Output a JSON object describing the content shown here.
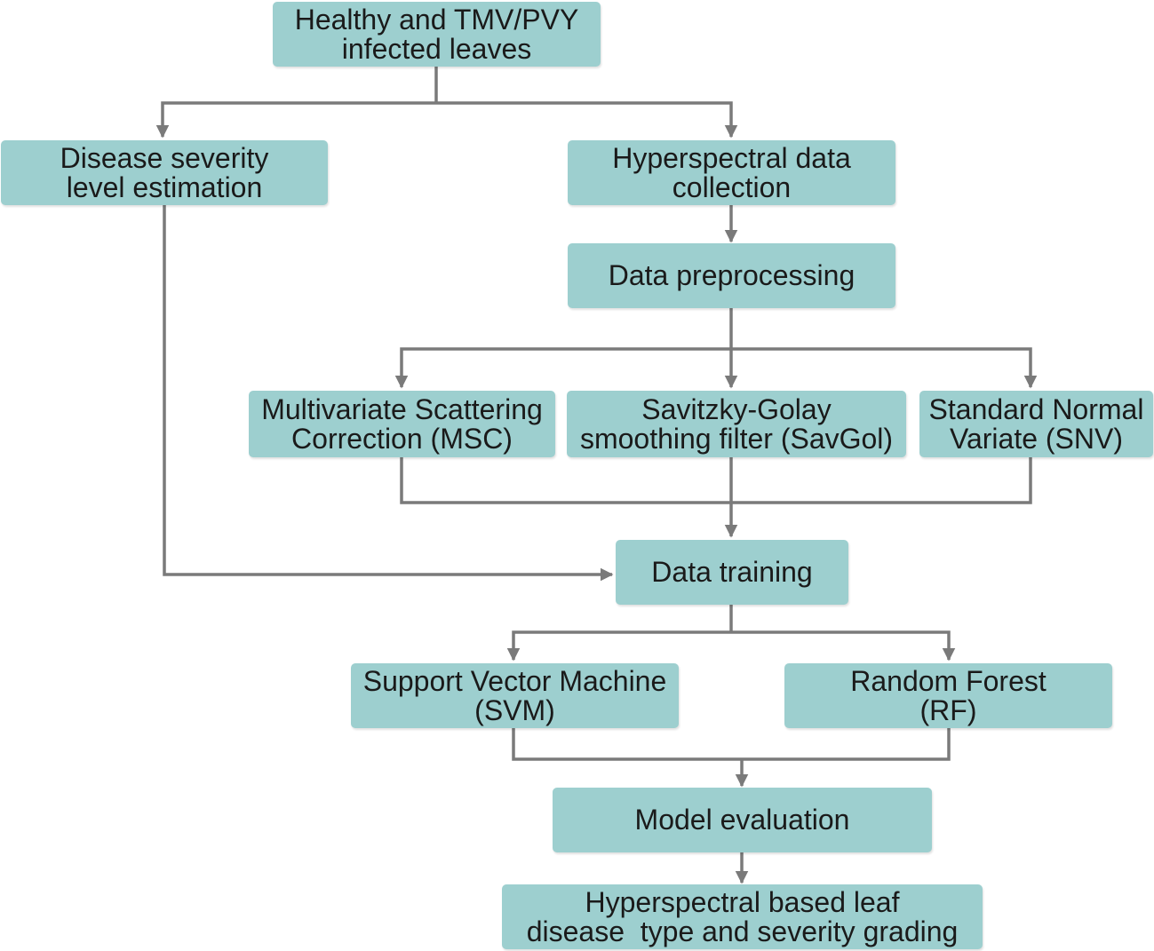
{
  "diagram": {
    "colors": {
      "node_fill": "#9dcfcf",
      "connector": "#7a7a7a",
      "text": "#1a1a1a"
    },
    "nodes": {
      "leaves": [
        "Healthy and TMV/PVY",
        "infected leaves"
      ],
      "severity": [
        "Disease severity",
        "level estimation"
      ],
      "hyperspectral": [
        "Hyperspectral data",
        "collection"
      ],
      "preprocessing": [
        "Data preprocessing"
      ],
      "msc": [
        "Multivariate Scattering",
        "Correction (MSC)"
      ],
      "savgol": [
        "Savitzky-Golay",
        "smoothing filter (SavGol)"
      ],
      "snv": [
        "Standard Normal",
        "Variate (SNV)"
      ],
      "training": [
        "Data training"
      ],
      "svm": [
        "Support Vector Machine",
        "(SVM)"
      ],
      "rf": [
        "Random Forest",
        "(RF)"
      ],
      "evaluation": [
        "Model evaluation"
      ],
      "grading": [
        "Hyperspectral based leaf",
        "disease  type and severity grading"
      ]
    }
  }
}
